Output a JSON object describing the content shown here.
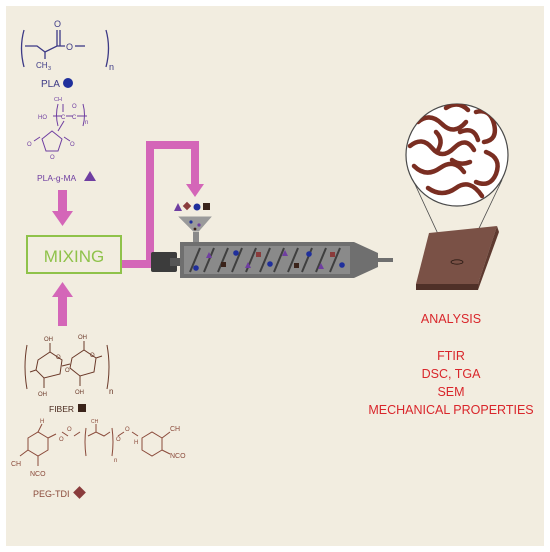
{
  "colors": {
    "background": "#f2ede0",
    "chem": "#3d3a86",
    "maroon": "#7a3a28",
    "arrow": "#d466b8",
    "mixing": "#8fc24a",
    "analysis": "#d9262b",
    "extruder_body": "#6f6f6f",
    "plate": "#7a5146",
    "pla_marker": "#1f2f9c",
    "ma_marker": "#6f3ea1",
    "fiber_marker": "#3a231a",
    "peg_marker": "#8a3c3c"
  },
  "labels": {
    "pla": "PLA",
    "pla_g_ma": "PLA-g-MA",
    "fiber": "FIBER",
    "peg_tdi": "PEG-TDI",
    "mixing": "MIXING"
  },
  "chem": {
    "ch3": "CH",
    "ch3_sub": "3",
    "o": "O",
    "n": "n",
    "ho": "HO",
    "c": "C",
    "oh": "OH",
    "h": "H",
    "nco": "NCO"
  },
  "analysis": {
    "heading": "ANALYSIS",
    "methods": [
      "FTIR",
      "DSC, TGA",
      "SEM",
      "MECHANICAL PROPERTIES"
    ]
  },
  "markers": {
    "pla": "circle",
    "pla_g_ma": "triangle",
    "fiber": "square",
    "peg_tdi": "diamond"
  }
}
